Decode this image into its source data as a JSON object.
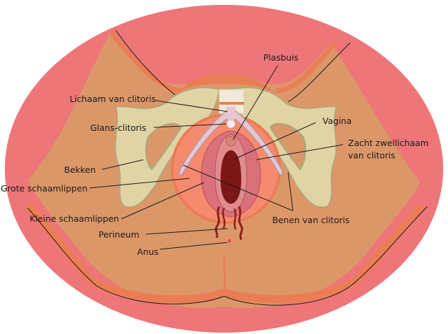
{
  "diagram": {
    "subject": "Female external genital anatomy (perineal view)",
    "colors": {
      "outer_skin": "#ee7678",
      "thigh_skin": "#dc9768",
      "skin_edge": "#eb7d55",
      "bone": "#e0d3a4",
      "bone_shadow": "#b7a37a",
      "vestibule": "#f58a6e",
      "labia_minora": "#d9707a",
      "clitoris_crura": "#e6c6cf",
      "vaginal_opening": "#7b1717",
      "pubic_hair": "#8a2018",
      "ligament": "#f1ead9",
      "text": "#1a1a1a"
    },
    "labels": {
      "plasbuis": "Plasbuis",
      "lichaam_van_clitoris": "Lichaam van clitoris",
      "glans_clitoris": "Glans-clitoris",
      "vagina": "Vagina",
      "zacht_zwellichaam_line1": "Zacht zwellichaam",
      "zacht_zwellichaam_line2": "van clitoris",
      "bekken": "Bekken",
      "grote_schaamlippen": "Grote schaamlippen",
      "kleine_schaamlippen": "Kleine schaamlippen",
      "benen_van_clitoris": "Benen van clitoris",
      "perineum": "Perineum",
      "anus": "Anus"
    }
  }
}
